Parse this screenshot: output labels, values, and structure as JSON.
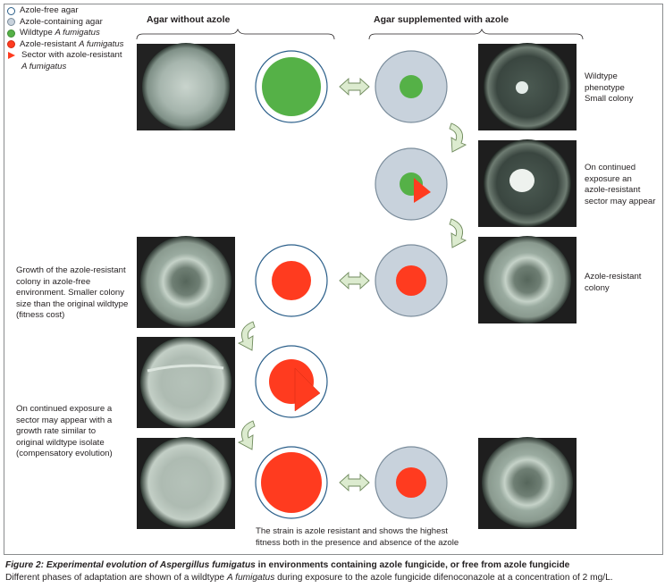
{
  "legend": {
    "items": [
      {
        "type": "dot",
        "fill": "#ffffff",
        "stroke": "#2b5f8a",
        "label": "Azole-free agar"
      },
      {
        "type": "dot",
        "fill": "#c8d2dc",
        "stroke": "#7b8d9c",
        "label": "Azole-containing agar"
      },
      {
        "type": "dot",
        "fill": "#55b147",
        "stroke": "#3e8d35",
        "label_plain": "Wildtype ",
        "label_italic": "A fumigatus"
      },
      {
        "type": "dot",
        "fill": "#ff3b1f",
        "stroke": "#d22a12",
        "label_plain": "Azole-resistant ",
        "label_italic": "A fumigatus"
      },
      {
        "type": "tri",
        "fill": "#ff3b1f",
        "label_plain": "Sector with azole-resistant",
        "label_italic": "A fumigatus"
      }
    ]
  },
  "headers": {
    "left": "Agar without azole",
    "right": "Agar supplemented with azole"
  },
  "notes": {
    "right1": [
      "Wildtype",
      "phenotype",
      "Small colony"
    ],
    "right2": [
      "On continued",
      "exposure an",
      "azole-resistant",
      "sector may appear"
    ],
    "right3": [
      "Azole-resistant",
      "colony"
    ],
    "left1": [
      "Growth of the azole-resistant",
      "colony in azole-free",
      "environment. Smaller colony",
      "size than the original wildtype",
      "(fitness cost)"
    ],
    "left2": [
      "On continued exposure a",
      "sector may appear with a",
      "growth rate similar to",
      "original wildtype isolate",
      "(compensatory evolution)"
    ],
    "bottom": [
      "The strain is azole resistant and shows the highest",
      "fitness both in the presence and absence of the azole"
    ]
  },
  "colors": {
    "azole_free_agar": "#ffffff",
    "azole_free_ring": "#2b5f8a",
    "azole_agar": "#c8d2dc",
    "azole_ring": "#7b8d9c",
    "wildtype": "#55b147",
    "resistant": "#ff3b1f",
    "arrow_fill": "#dcebcf",
    "arrow_stroke": "#6f8a5c"
  },
  "caption": {
    "title_prefix": "Figure 2: Experimental evolution of ",
    "title_italic": "Aspergillus fumigatus",
    "title_suffix": " in environments containing azole fungicide, or free from azole fungicide",
    "body_prefix": "Different phases of adaptation are shown of a wildtype ",
    "body_italic": "A fumigatus",
    "body_suffix": " during exposure to the azole fungicide difenoconazole at a concentration of 2 mg/L."
  }
}
